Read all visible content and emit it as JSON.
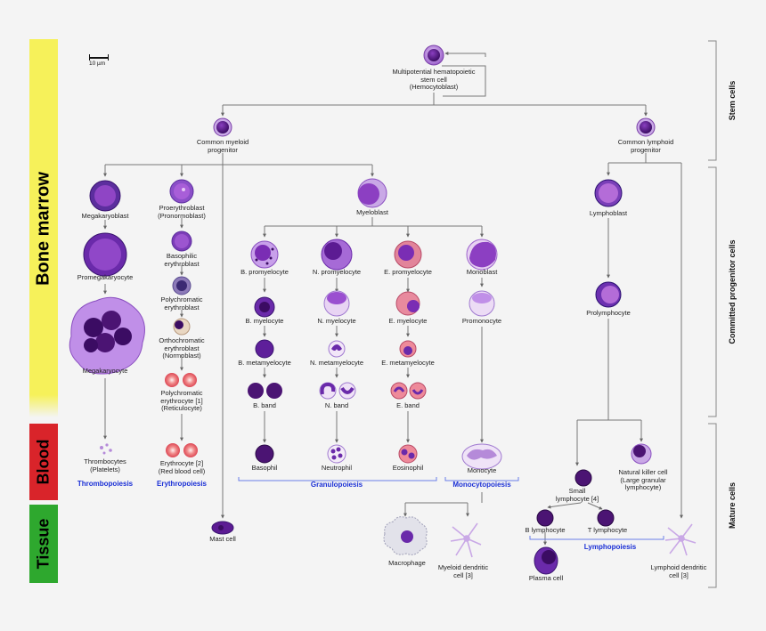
{
  "scale_label": "10 µm",
  "regions": {
    "bone_marrow": "Bone marrow",
    "blood": "Blood",
    "tissue": "Tissue"
  },
  "sections": {
    "stem": "Stem cells",
    "committed": "Committed progenitor cells",
    "mature": "Mature cells"
  },
  "cells": {
    "hsc": "Multipotential hematopoietic\nstem cell\n(Hemocytoblast)",
    "cmp": "Common myeloid\nprogenitor",
    "clp": "Common lymphoid\nprogenitor",
    "megakaryoblast": "Megakaryoblast",
    "promegakaryocyte": "Promegakaryocyte",
    "megakaryocyte": "Megakaryocyte",
    "thrombocytes": "Thrombocytes\n(Platelets)",
    "proerythroblast": "Proerythroblast\n(Pronormoblast)",
    "basophilic_erythroblast": "Basophilic\nerythroblast",
    "polychromatic_erythroblast": "Polychromatic\nerythroblast",
    "orthochromatic": "Orthochromatic\nerythroblast\n(Normoblast)",
    "reticulocyte": "Polychromatic\nerythrocyte [1]\n(Reticulocyte)",
    "erythrocyte": "Erythrocyte [2]\n(Red blood cell)",
    "myeloblast": "Myeloblast",
    "b_promyelocyte": "B. promyelocyte",
    "n_promyelocyte": "N. promyelocyte",
    "e_promyelocyte": "E. promyelocyte",
    "monoblast": "Monoblast",
    "b_myelocyte": "B. myelocyte",
    "n_myelocyte": "N. myelocyte",
    "e_myelocyte": "E. myelocyte",
    "promonocyte": "Promonocyte",
    "b_metamyelocyte": "B. metamyelocyte",
    "n_metamyelocyte": "N. metamyelocyte",
    "e_metamyelocyte": "E. metamyelocyte",
    "b_band": "B. band",
    "n_band": "N. band",
    "e_band": "E. band",
    "basophil": "Basophil",
    "neutrophil": "Neutrophil",
    "eosinophil": "Eosinophil",
    "monocyte": "Monocyte",
    "mast_cell": "Mast cell",
    "macrophage": "Macrophage",
    "myeloid_dc": "Myeloid dendritic\ncell [3]",
    "lymphoblast": "Lymphoblast",
    "prolymphocyte": "Prolymphocyte",
    "small_lymphocyte": "Small\nlymphocyte [4]",
    "nk_cell": "Natural killer cell\n(Large granular\nlymphocyte)",
    "b_lymphocyte": "B lymphocyte",
    "t_lymphocyte": "T lymphocyte",
    "plasma_cell": "Plasma cell",
    "lymphoid_dc": "Lymphoid dendritic\ncell [3]"
  },
  "processes": {
    "thrombopoiesis": "Thrombopoiesis",
    "erythropoiesis": "Erythropoiesis",
    "granulopoiesis": "Granulopoiesis",
    "monocytopoiesis": "Monocytopoiesis",
    "lymphopoiesis": "Lymphopoiesis"
  },
  "colors": {
    "bone_marrow": "#f6f15a",
    "blood": "#d9242a",
    "tissue": "#2ea82e",
    "process_text": "#1a2fd6",
    "nucleus": "#4b1473",
    "cytoplasm": "#b58ad9"
  }
}
